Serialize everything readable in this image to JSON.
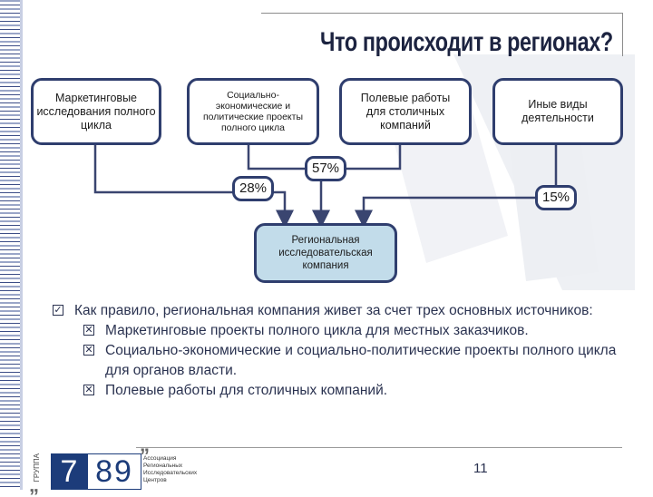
{
  "title": "Что происходит в регионах?",
  "boxes": {
    "marketing": "Маркетинговые исследования полного цикла",
    "social": "Социально-экономические и политические проекты полного цикла",
    "field": "Полевые работы для столичных компаний",
    "other": "Иные виды деятельности",
    "regional": "Региональная исследовательская компания"
  },
  "percentages": {
    "p28": "28%",
    "p57": "57%",
    "p15": "15%"
  },
  "bullets": {
    "lead": "Как правило, региональная компания живет за счет трех основных источников:",
    "items": [
      "Маркетинговые проекты полного цикла для местных заказчиков.",
      "Социально-экономические и социально-политические проекты полного цикла для органов власти.",
      "Полевые работы для столичных компаний."
    ]
  },
  "footer": {
    "page_number": "11",
    "logo_side": "ГРУППА",
    "logo_digit": "7",
    "logo_digits": "89",
    "logo_text_lines": [
      "Ассоциация",
      "Региональных",
      "Исследовательских",
      "Центров"
    ]
  },
  "colors": {
    "box_border": "#2f3e6e",
    "target_fill": "#c2dcea",
    "connector": "#3a4570"
  }
}
